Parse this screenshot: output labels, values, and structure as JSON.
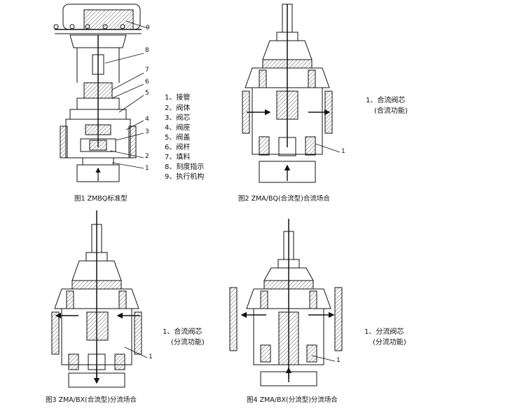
{
  "fig1": {
    "caption": "图1 ZMBQ标准型",
    "callouts": [
      "9",
      "8",
      "7",
      "6",
      "5",
      "4",
      "3",
      "2",
      "1"
    ],
    "legend": [
      "1、接管",
      "2、阀体",
      "3、阀芯",
      "4、阀座",
      "5、阀盖",
      "6、阀杆",
      "7、填料",
      "8、刻度指示",
      "9、执行机构"
    ]
  },
  "fig2": {
    "caption": "图2 ZMA/BQ(合流型)合流场合",
    "callout": "1",
    "note_line1": "1、合流阀芯",
    "note_line2": "(合流功能)"
  },
  "fig3": {
    "caption": "图3 ZMA/BX(合流型)分流场合",
    "callout": "1",
    "note_line1": "1、合流阀芯",
    "note_line2": "(分流功能)"
  },
  "fig4": {
    "caption": "图4 ZMA/BX(分流型)分流场合",
    "callout": "1",
    "note_line1": "1、分流阀芯",
    "note_line2": "(分流功能)"
  }
}
